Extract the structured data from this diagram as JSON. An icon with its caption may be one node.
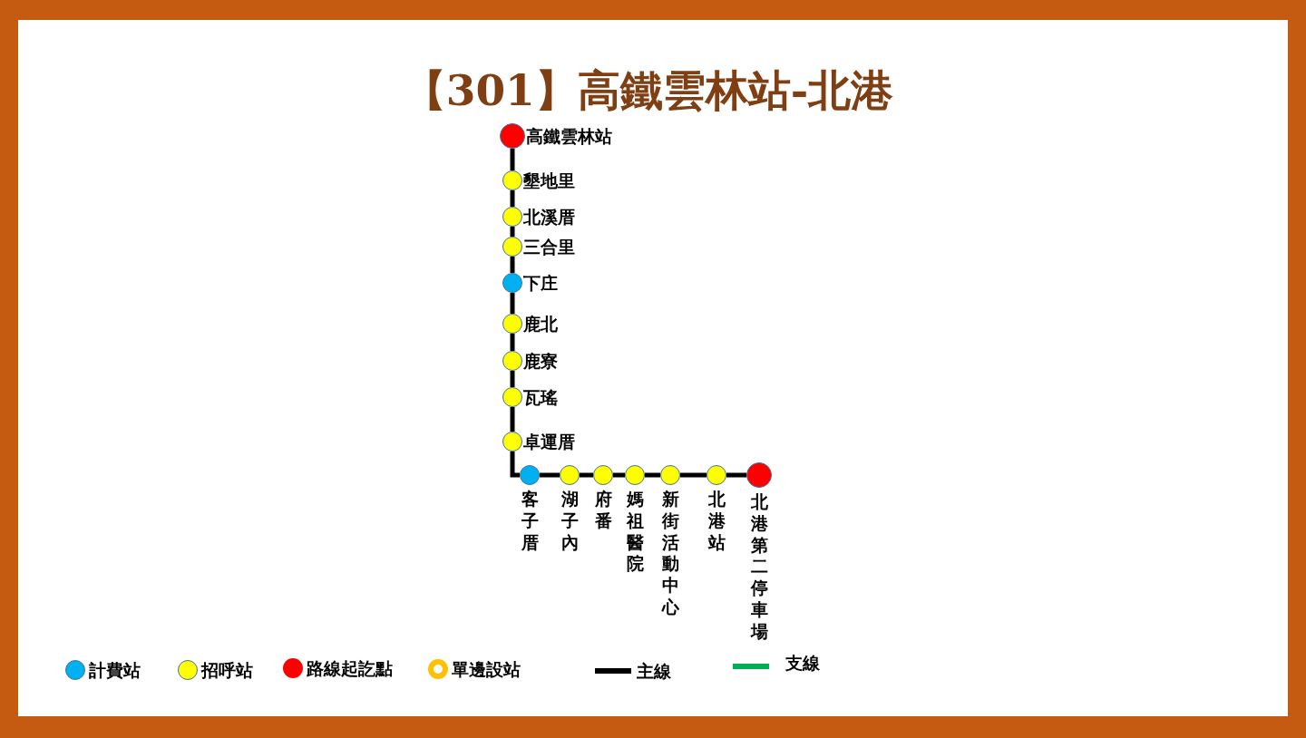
{
  "diagram": {
    "title": "【301】高鐵雲林站-北港",
    "nodes": [
      {
        "text": [
          "高鐵雲林站"
        ]
      },
      {
        "text": [
          "墾地里"
        ]
      },
      {
        "text": [
          "北溪厝"
        ]
      },
      {
        "text": [
          "三合里"
        ]
      },
      {
        "text": [
          "下庄"
        ]
      },
      {
        "text": [
          "鹿北"
        ]
      },
      {
        "text": [
          "鹿寮"
        ]
      },
      {
        "text": [
          "瓦瑤"
        ]
      },
      {
        "text": [
          "卓運厝"
        ]
      },
      {
        "text": [
          "客子厝"
        ]
      },
      {
        "text": [
          "湖子內"
        ]
      },
      {
        "text": [
          "府番"
        ]
      },
      {
        "text": [
          "媽祖醫院"
        ]
      },
      {
        "text": [
          "新街活動中心"
        ]
      },
      {
        "text": [
          "北港站"
        ]
      },
      {
        "text": [
          "北港第二停車場"
        ]
      }
    ],
    "edges": [
      {
        "from": 0,
        "to": 1,
        "arrow": "none"
      },
      {
        "from": 1,
        "to": 2,
        "arrow": "none"
      },
      {
        "from": 2,
        "to": 3,
        "arrow": "none"
      },
      {
        "from": 3,
        "to": 4,
        "arrow": "none"
      },
      {
        "from": 4,
        "to": 5,
        "arrow": "none"
      },
      {
        "from": 5,
        "to": 6,
        "arrow": "none"
      },
      {
        "from": 6,
        "to": 7,
        "arrow": "none"
      },
      {
        "from": 7,
        "to": 8,
        "arrow": "none"
      },
      {
        "from": 8,
        "to": 9,
        "arrow": "none"
      },
      {
        "from": 9,
        "to": 10,
        "arrow": "none"
      },
      {
        "from": 10,
        "to": 11,
        "arrow": "none"
      },
      {
        "from": 11,
        "to": 12,
        "arrow": "none"
      },
      {
        "from": 12,
        "to": 13,
        "arrow": "none"
      },
      {
        "from": 13,
        "to": 14,
        "arrow": "none"
      },
      {
        "from": 14,
        "to": 15,
        "arrow": "none"
      }
    ],
    "legend": [
      {
        "text": "計費站",
        "color": "#00b0f0"
      },
      {
        "text": "招呼站",
        "color": "#ffff00"
      },
      {
        "text": "路線起訖點",
        "color": "#ff0000"
      },
      {
        "text": "單邊設站",
        "color": "#ffc000"
      },
      {
        "text": "主線",
        "color": "#000000"
      },
      {
        "text": "支線",
        "color": "#00b050"
      }
    ]
  }
}
